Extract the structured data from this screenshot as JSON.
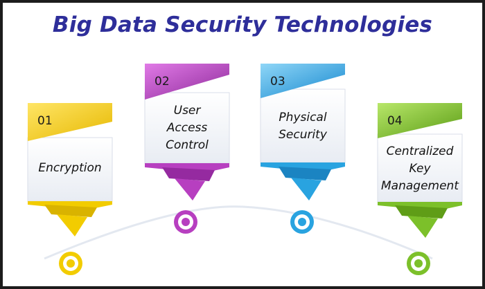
{
  "title": "Big Data Security Technologies",
  "steps": [
    {
      "number": "01",
      "label_lines": [
        "Encryption"
      ],
      "color": "#f2cc00"
    },
    {
      "number": "02",
      "label_lines": [
        "User",
        "Access",
        "Control"
      ],
      "color": "#b73fc0"
    },
    {
      "number": "03",
      "label_lines": [
        "Physical",
        "Security"
      ],
      "color": "#29a3e0"
    },
    {
      "number": "04",
      "label_lines": [
        "Centralized",
        "Key",
        "Management"
      ],
      "color": "#7cc02a"
    }
  ],
  "colors": {
    "title": "#2e2e9a",
    "card_body": "#eef1f6",
    "connector": "#e3e8f0",
    "frame": "#1c1c1c"
  }
}
